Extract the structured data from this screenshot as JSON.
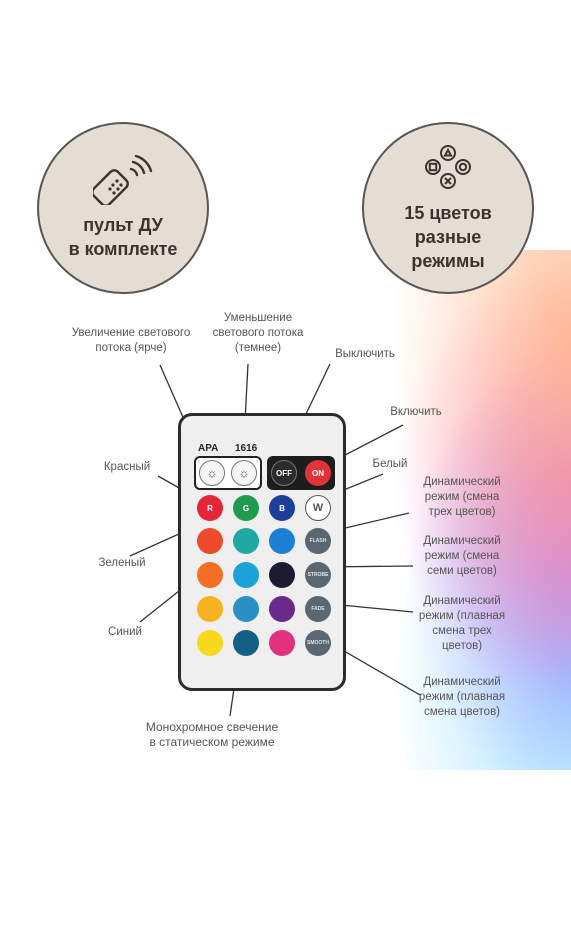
{
  "badges": {
    "left": {
      "lines": [
        "пульт ДУ",
        "в комплекте"
      ],
      "icon": "remote-control-icon"
    },
    "right": {
      "lines": [
        "15 цветов",
        "разные",
        "режимы"
      ],
      "icon": "gamepad-buttons-icon"
    }
  },
  "labels": {
    "brighter": [
      "Увеличение светового",
      "потока (ярче)"
    ],
    "dimmer": [
      "Уменьшение",
      "светового потока",
      "(темнее)"
    ],
    "off": "Выключить",
    "on": "Включить",
    "white": "Белый",
    "red": "Красный",
    "green": "Зеленый",
    "blue": "Синий",
    "flash": [
      "Динамический",
      "режим (смена",
      "трех цветов)"
    ],
    "strobe": [
      "Динамический",
      "режим (смена",
      "семи цветов)"
    ],
    "fade": [
      "Динамический",
      "режим (плавная",
      "смена трех",
      "цветов)"
    ],
    "smooth": [
      "Динамический",
      "режим (плавная",
      "смена цветов)"
    ],
    "mono": [
      "Монохромное свечение",
      "в статическом режиме"
    ]
  },
  "remote": {
    "top_left": "APA",
    "top_right": "1616",
    "btn_off": "OFF",
    "btn_on": "ON",
    "btn_r": "R",
    "btn_g": "G",
    "btn_b": "B",
    "btn_w": "W",
    "btn_flash": "FLASH",
    "btn_strobe": "STROBE",
    "btn_fade": "FADE",
    "btn_smooth": "SMOOTH",
    "sun_glyph": "☼",
    "colors": [
      [
        "#e6243a",
        "#1f9a4e",
        "#1c3f9a"
      ],
      [
        "#ef4a2a",
        "#20a8a4",
        "#1e7fd6"
      ],
      [
        "#f46f23",
        "#1aa3d6",
        "#1b1b33"
      ],
      [
        "#f7b31f",
        "#2a8fc4",
        "#6a2a8a"
      ],
      [
        "#f7d81c",
        "#145f86",
        "#e0307e"
      ]
    ]
  }
}
